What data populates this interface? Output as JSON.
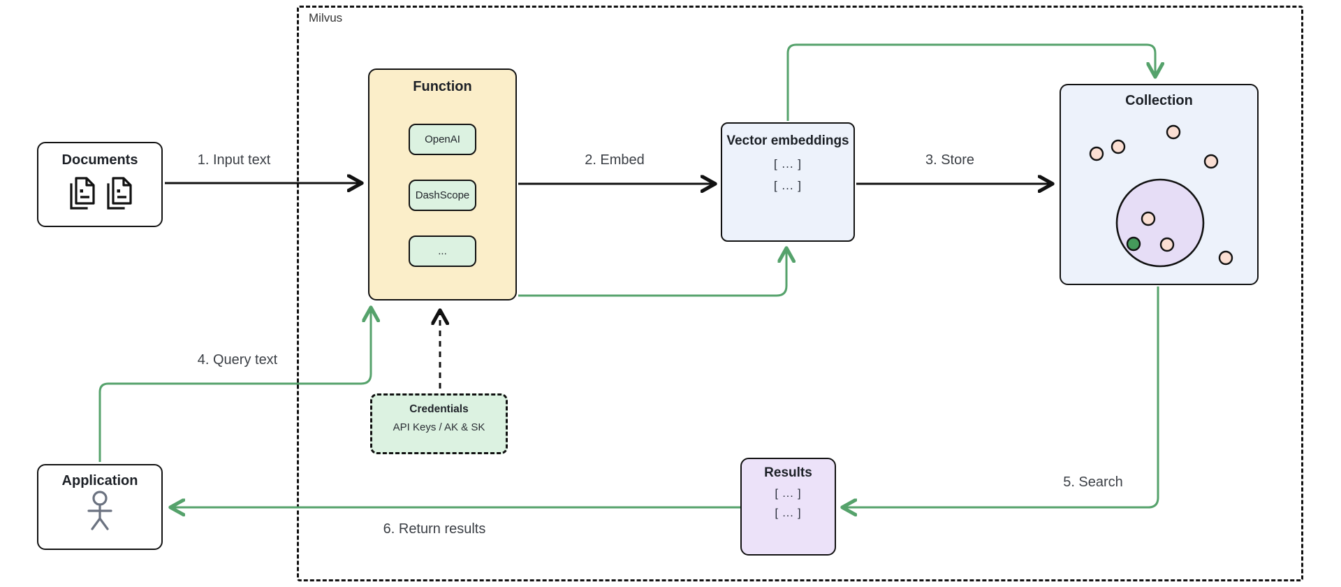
{
  "diagram": {
    "container_label": "Milvus",
    "nodes": {
      "documents": {
        "title": "Documents"
      },
      "function": {
        "title": "Function",
        "providers": [
          "OpenAI",
          "DashScope",
          "..."
        ]
      },
      "vector_embeddings": {
        "title": "Vector embeddings",
        "rows": [
          "[ ... ]",
          "[ ... ]"
        ]
      },
      "collection": {
        "title": "Collection"
      },
      "credentials": {
        "title": "Credentials",
        "subtitle": "API Keys / AK & SK"
      },
      "results": {
        "title": "Results",
        "rows": [
          "[ ... ]",
          "[ ... ]"
        ]
      },
      "application": {
        "title": "Application"
      }
    },
    "steps": [
      {
        "label": "1. Input text"
      },
      {
        "label": "2. Embed"
      },
      {
        "label": "3. Store"
      },
      {
        "label": "4. Query text"
      },
      {
        "label": "5. Search"
      },
      {
        "label": "6. Return results"
      }
    ],
    "colors": {
      "green_arrow": "#55a26b",
      "black_arrow": "#111111",
      "function_fill": "#fbeec9",
      "provider_fill": "#dcf2e1",
      "blue_fill": "#edf2fb",
      "results_fill": "#ece2f9",
      "cluster_fill": "#e6ddf6",
      "point_fill": "#fbdfd3",
      "matched_point_fill": "#459a5b"
    }
  }
}
